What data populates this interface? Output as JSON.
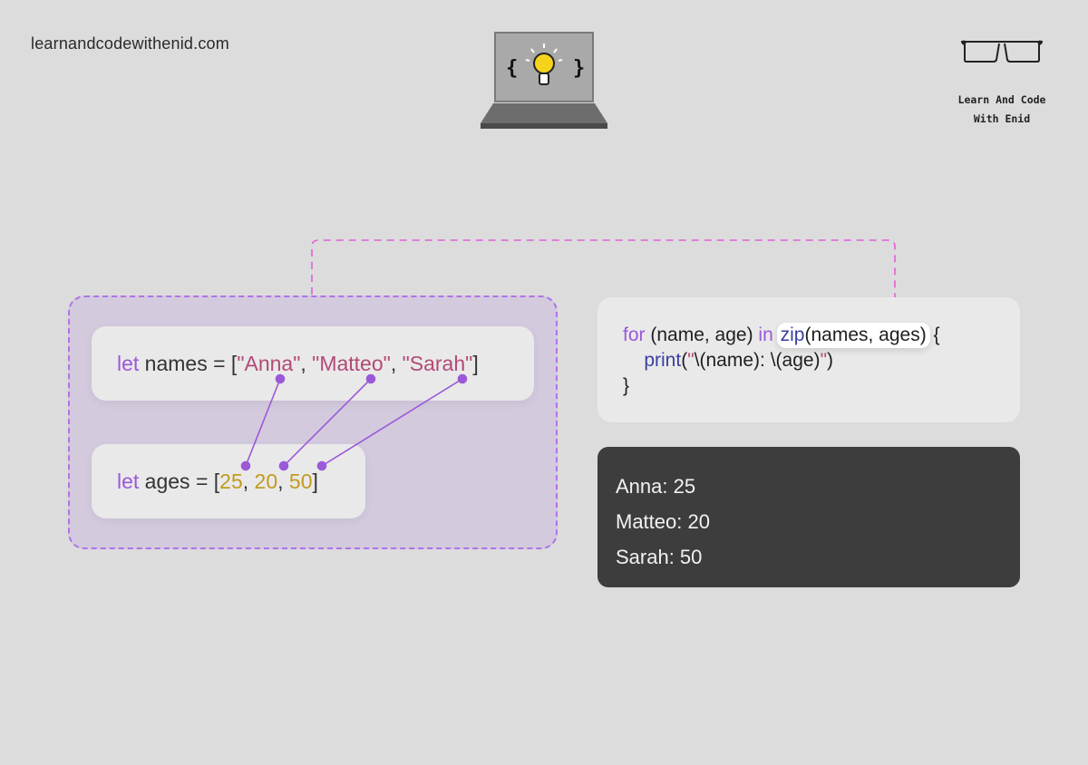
{
  "header": {
    "site_url": "learnandcodewithenid.com",
    "brand_name": "Learn And Code\nWith Enid",
    "laptop_icon": "laptop-lightbulb-icon",
    "brand_icon": "glasses-icon"
  },
  "colors": {
    "background": "#dcdcdc",
    "group_border": "#b073e8",
    "arrow": "#e060d8",
    "keyword": "#9b59d9",
    "string": "#b24a77",
    "number": "#c29a1d",
    "function": "#3a3fa0",
    "connector": "#9b59d9",
    "output_bg": "#3d3d3d"
  },
  "names_code": {
    "keyword": "let",
    "rest": " names = [",
    "items": [
      "\"Anna\"",
      "\"Matteo\"",
      "\"Sarah\""
    ],
    "separator": ", ",
    "close": "]"
  },
  "ages_code": {
    "keyword": "let",
    "rest": " ages = [",
    "items": [
      "25",
      "20",
      "50"
    ],
    "separator": ", ",
    "close": "]"
  },
  "loop_code": {
    "for_kw": "for",
    "binding": " (name, age) ",
    "in_kw": "in",
    "zip_fn": "zip",
    "zip_args": "(names, ages)",
    "open_brace": " {",
    "print_fn": "print",
    "print_open": "(",
    "print_str_open": "\"",
    "print_interp": "\\(name): \\(age)",
    "print_str_close": "\"",
    "print_close": ")",
    "close_brace": "}"
  },
  "output": {
    "lines": [
      "Anna: 25",
      "Matteo: 20",
      "Sarah: 50"
    ]
  }
}
